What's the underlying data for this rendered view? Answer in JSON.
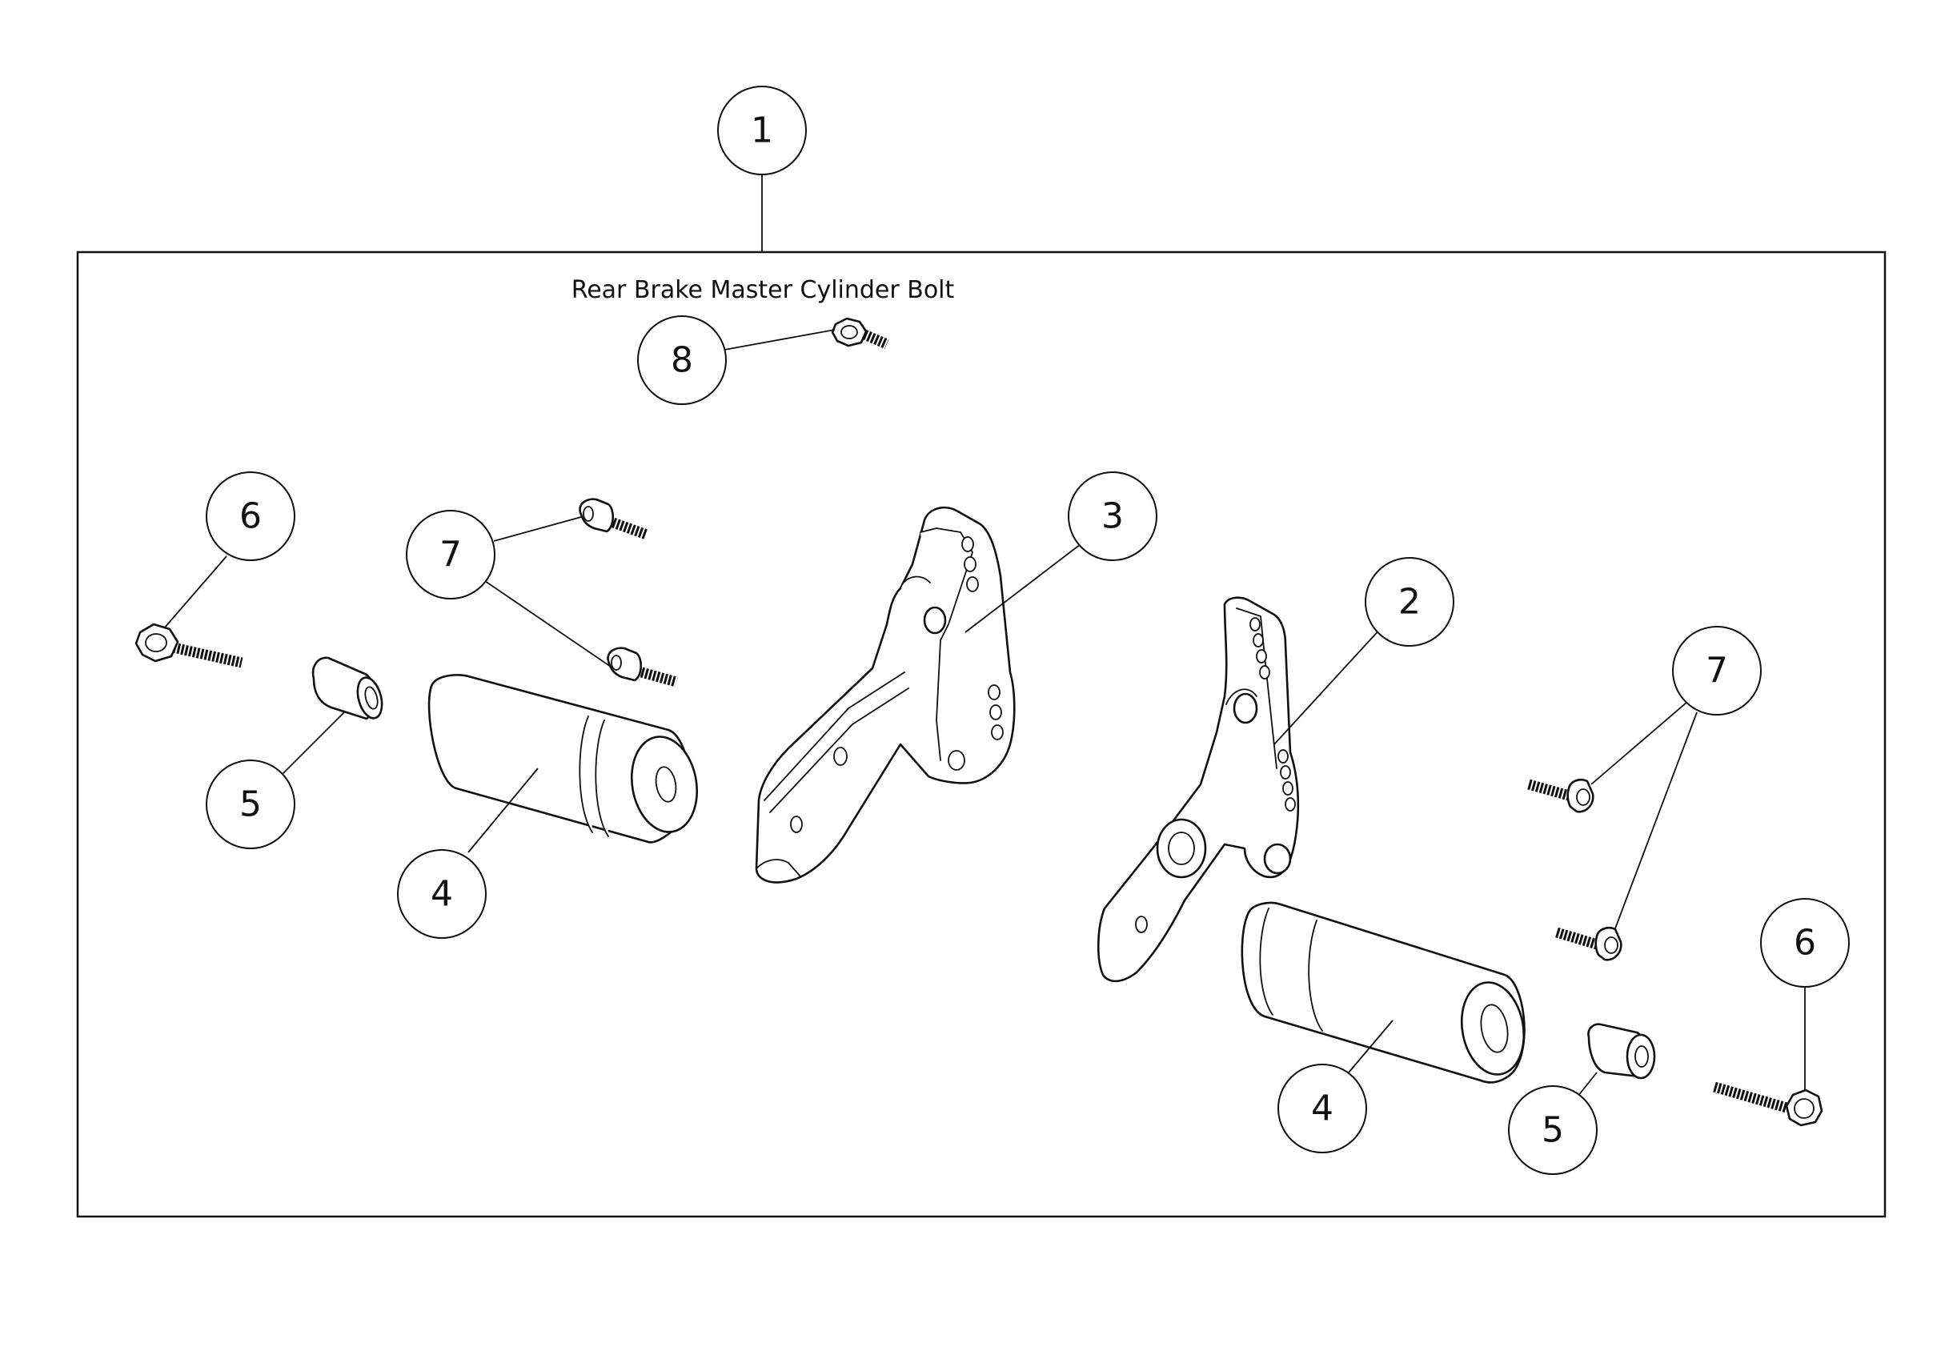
{
  "caption": "Rear Brake Master Cylinder Bolt",
  "balloons": {
    "b1": "1",
    "b2": "2",
    "b3": "3",
    "b4_left": "4",
    "b4_right": "4",
    "b5_left": "5",
    "b5_right": "5",
    "b6_left": "6",
    "b6_right": "6",
    "b7_left": "7",
    "b7_right": "7",
    "b8": "8"
  },
  "parts": [
    {
      "number": "1",
      "name": "assembly-kit"
    },
    {
      "number": "2",
      "name": "right-bracket"
    },
    {
      "number": "3",
      "name": "left-bracket"
    },
    {
      "number": "4",
      "name": "footpeg"
    },
    {
      "number": "5",
      "name": "bushing"
    },
    {
      "number": "6",
      "name": "flange-bolt"
    },
    {
      "number": "7",
      "name": "socket-cap-screw"
    },
    {
      "number": "8",
      "name": "master-cylinder-bolt"
    }
  ],
  "colors": {
    "line": "#111111",
    "background": "#ffffff"
  }
}
